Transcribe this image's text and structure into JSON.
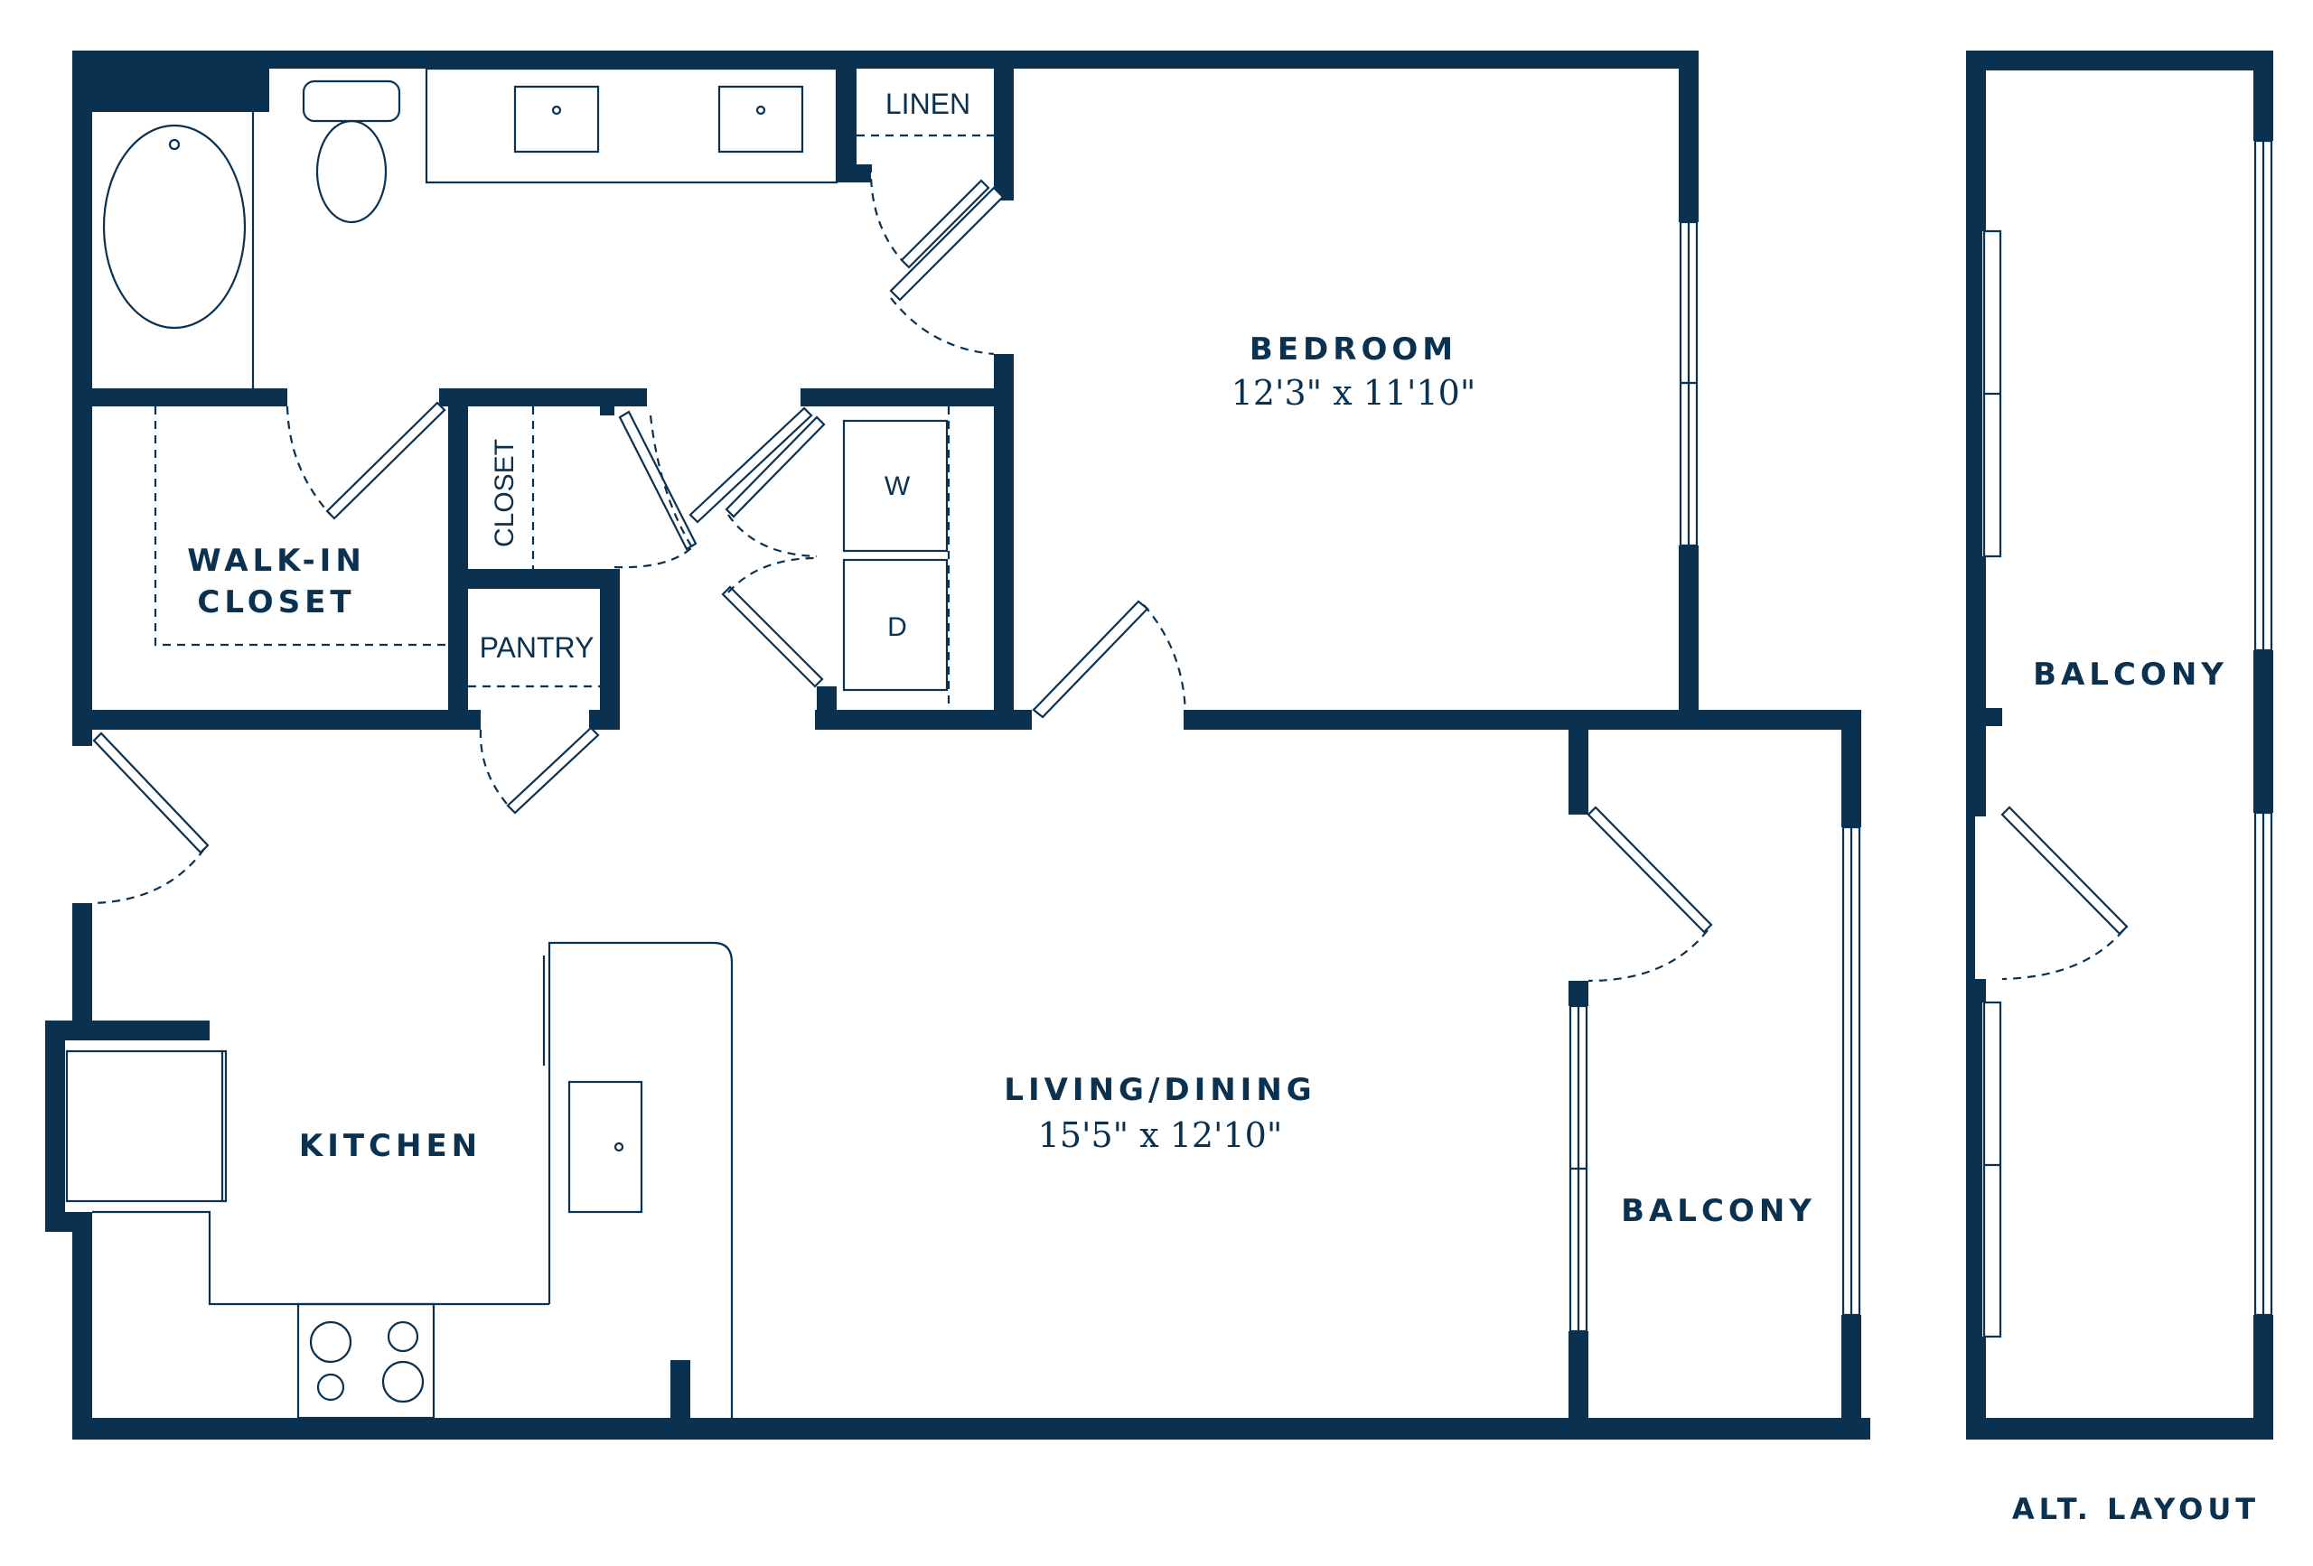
{
  "rooms": {
    "bedroom": {
      "name": "BEDROOM",
      "dims": "12'3\" x 11'10\""
    },
    "living": {
      "name": "LIVING/DINING",
      "dims": "15'5\" x 12'10\""
    },
    "kitchen": {
      "name": "KITCHEN"
    },
    "walkin_line1": "WALK-IN",
    "walkin_line2": "CLOSET",
    "balcony": "BALCONY",
    "linen": "LINEN",
    "closet": "CLOSET",
    "pantry": "PANTRY",
    "washer": "W",
    "dryer": "D"
  },
  "alt": {
    "balcony": "BALCONY",
    "caption": "ALT. LAYOUT"
  },
  "colors": {
    "wall": "#0b3150",
    "background": "#ffffff"
  }
}
